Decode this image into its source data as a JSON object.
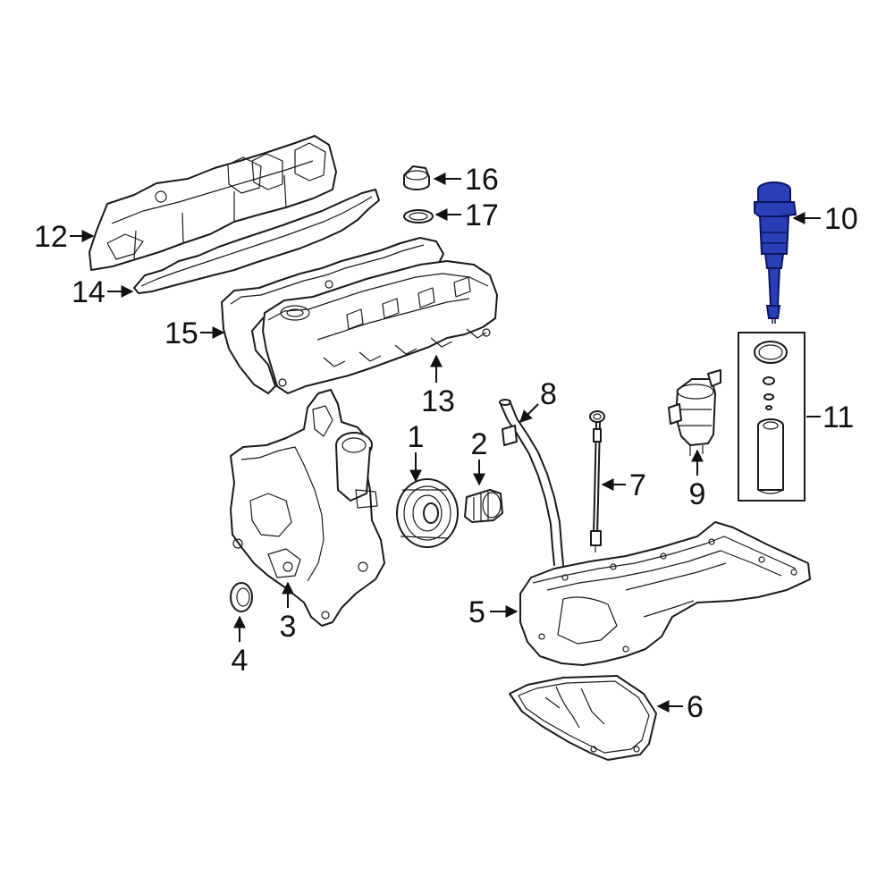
{
  "diagram": {
    "highlight_color": "#2a3fb5",
    "line_color": "#1a1a1a",
    "background": "#ffffff",
    "callouts": [
      "1",
      "2",
      "3",
      "4",
      "5",
      "6",
      "7",
      "8",
      "9",
      "10",
      "11",
      "12",
      "13",
      "14",
      "15",
      "16",
      "17"
    ]
  }
}
